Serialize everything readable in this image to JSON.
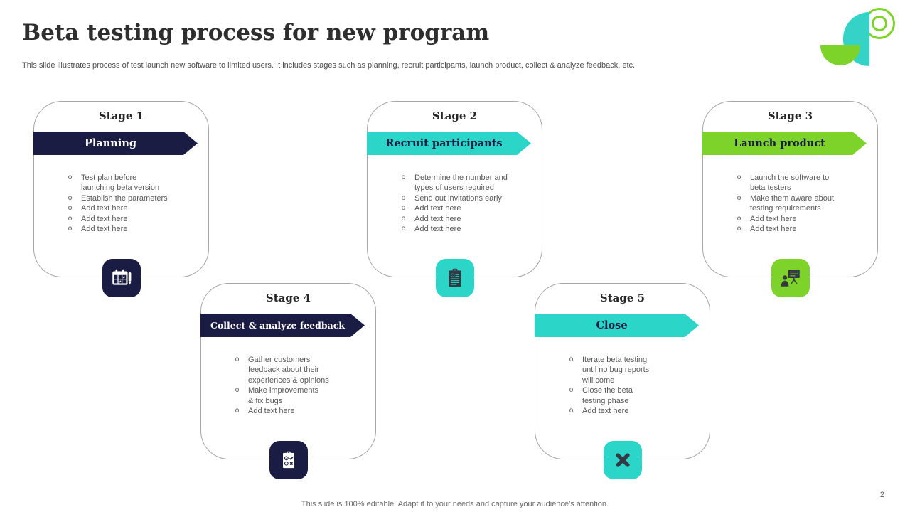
{
  "header": {
    "title": "Beta testing process for new program",
    "subtitle": "This slide illustrates process of test launch new software to limited users. It includes stages such as planning, recruit participants, launch product, collect & analyze feedback, etc."
  },
  "colors": {
    "navy": "#1A1C43",
    "teal": "#2BD5C8",
    "green": "#7ED32B",
    "card_border": "#A6A6A6",
    "body_text": "#595959"
  },
  "stages": [
    {
      "label": "Stage 1",
      "banner": "Planning",
      "theme": "navy",
      "icon": "calendar-planning-icon",
      "bullets": [
        "Test plan before\nlaunching beta version",
        "Establish the parameters",
        "Add text here",
        "Add text here",
        "Add text here"
      ]
    },
    {
      "label": "Stage 2",
      "banner": "Recruit participants",
      "theme": "teal",
      "icon": "recruit-clipboard-icon",
      "bullets": [
        "Determine the number and\ntypes of users required",
        "Send out invitations early",
        "Add text here",
        "Add text here",
        "Add text here"
      ]
    },
    {
      "label": "Stage 3",
      "banner": "Launch product",
      "theme": "green",
      "icon": "presentation-icon",
      "bullets": [
        "Launch the software to\nbeta testers",
        "Make them aware about\ntesting requirements",
        "Add text here",
        "Add text here"
      ]
    },
    {
      "label": "Stage 4",
      "banner": "Collect & analyze feedback",
      "theme": "navy",
      "icon": "feedback-checklist-icon",
      "bullets": [
        "Gather customers’\nfeedback about their\nexperiences & opinions",
        "Make improvements\n& fix bugs",
        "Add text here"
      ]
    },
    {
      "label": "Stage 5",
      "banner": "Close",
      "theme": "teal",
      "icon": "close-icon",
      "bullets": [
        "Iterate beta testing\nuntil no bug reports\nwill come",
        "Close the beta\ntesting phase",
        "Add text here"
      ]
    }
  ],
  "footer": {
    "note": "This slide is 100% editable.  Adapt it to your needs and capture your audience’s attention.",
    "page_number": "2"
  }
}
